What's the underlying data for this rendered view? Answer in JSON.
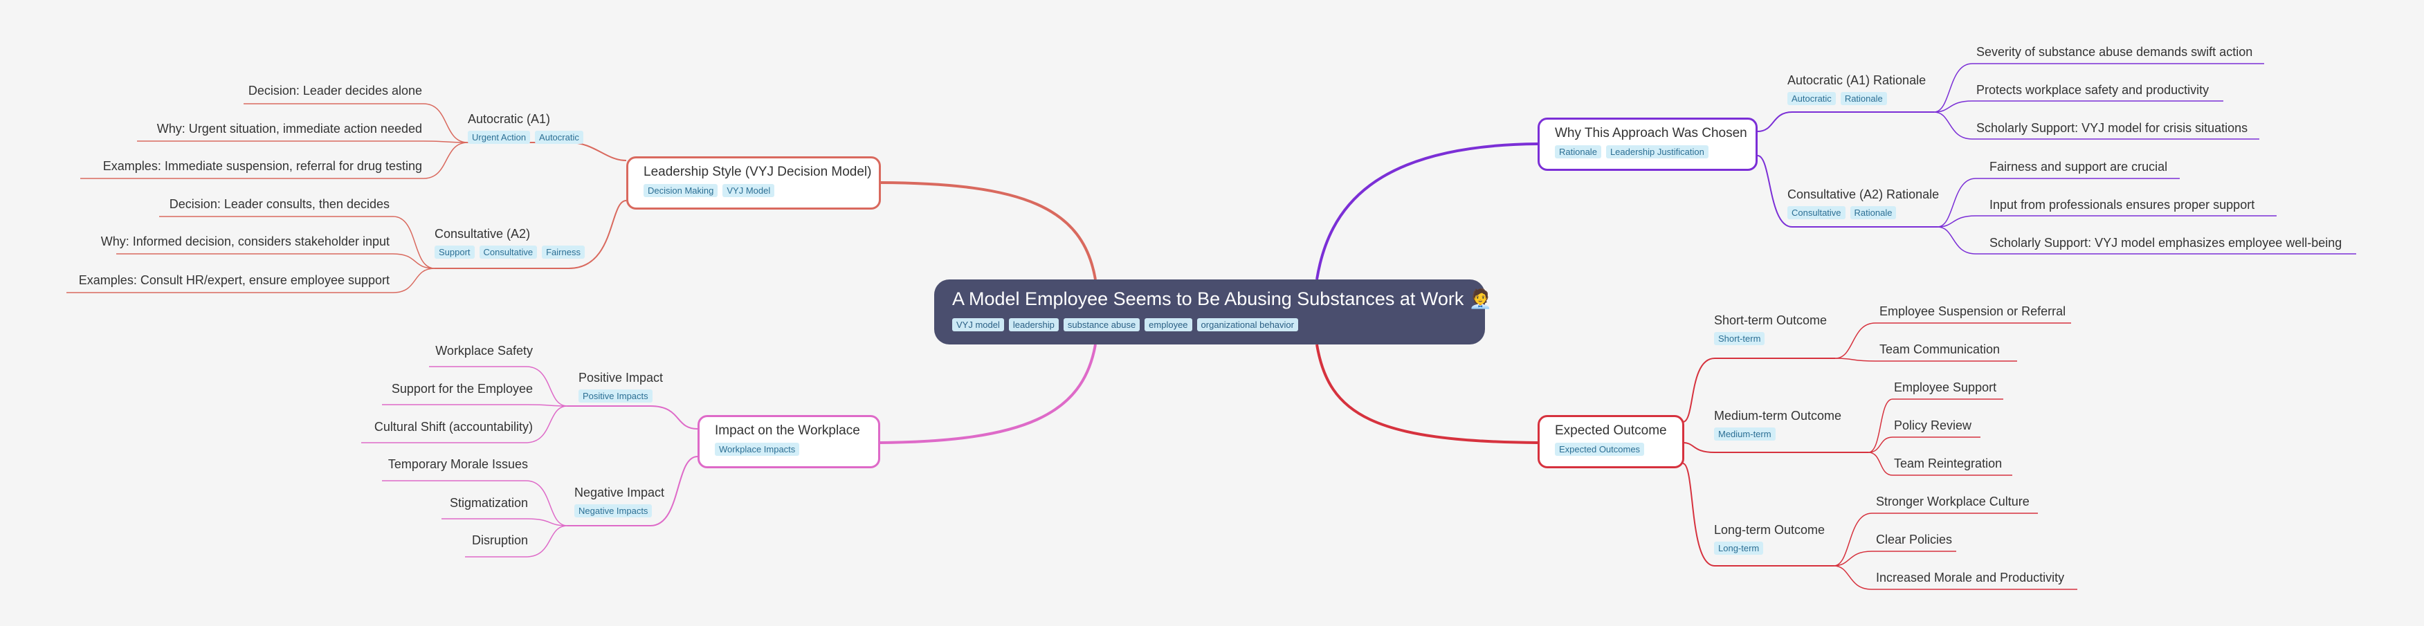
{
  "root": {
    "title": "A Model Employee Seems to Be Abusing Substances at Work 🧑‍💼",
    "tags": [
      "VYJ model",
      "leadership",
      "substance abuse",
      "employee",
      "organizational behavior"
    ]
  },
  "colors": {
    "leadership": "#d9695e",
    "impact": "#de6ac8",
    "why": "#7b2fd6",
    "outcome": "#d6323e",
    "root": "#4a4e6e"
  },
  "leadership": {
    "title": "Leadership Style (VYJ Decision Model)",
    "tags": [
      "Decision Making",
      "VYJ Model"
    ],
    "a1": {
      "title": "Autocratic (A1)",
      "tags": [
        "Urgent Action",
        "Autocratic"
      ],
      "leaves": [
        "Decision: Leader decides alone",
        "Why: Urgent situation, immediate action needed",
        "Examples: Immediate suspension, referral for drug testing"
      ]
    },
    "a2": {
      "title": "Consultative (A2)",
      "tags": [
        "Support",
        "Consultative",
        "Fairness"
      ],
      "leaves": [
        "Decision: Leader consults, then decides",
        "Why: Informed decision, considers stakeholder input",
        "Examples: Consult HR/expert, ensure employee support"
      ]
    }
  },
  "impact": {
    "title": "Impact on the Workplace",
    "tags": [
      "Workplace Impacts"
    ],
    "positive": {
      "title": "Positive Impact",
      "tags": [
        "Positive Impacts"
      ],
      "leaves": [
        "Workplace Safety",
        "Support for the Employee",
        "Cultural Shift (accountability)"
      ]
    },
    "negative": {
      "title": "Negative Impact",
      "tags": [
        "Negative Impacts"
      ],
      "leaves": [
        "Temporary Morale Issues",
        "Stigmatization",
        "Disruption"
      ]
    }
  },
  "why": {
    "title": "Why This Approach Was Chosen",
    "tags": [
      "Rationale",
      "Leadership Justification"
    ],
    "a1": {
      "title": "Autocratic (A1) Rationale",
      "tags": [
        "Autocratic",
        "Rationale"
      ],
      "leaves": [
        "Severity of substance abuse demands swift action",
        "Protects workplace safety and productivity",
        "Scholarly Support: VYJ model for crisis situations"
      ]
    },
    "a2": {
      "title": "Consultative (A2) Rationale",
      "tags": [
        "Consultative",
        "Rationale"
      ],
      "leaves": [
        "Fairness and support are crucial",
        "Input from professionals ensures proper support",
        "Scholarly Support: VYJ model emphasizes employee well-being"
      ]
    }
  },
  "outcome": {
    "title": "Expected Outcome",
    "tags": [
      "Expected Outcomes"
    ],
    "short": {
      "title": "Short-term Outcome",
      "tags": [
        "Short-term"
      ],
      "leaves": [
        "Employee Suspension or Referral",
        "Team Communication"
      ]
    },
    "medium": {
      "title": "Medium-term Outcome",
      "tags": [
        "Medium-term"
      ],
      "leaves": [
        "Employee Support",
        "Policy Review",
        "Team Reintegration"
      ]
    },
    "long": {
      "title": "Long-term Outcome",
      "tags": [
        "Long-term"
      ],
      "leaves": [
        "Stronger Workplace Culture",
        "Clear Policies",
        "Increased Morale and Productivity"
      ]
    }
  }
}
